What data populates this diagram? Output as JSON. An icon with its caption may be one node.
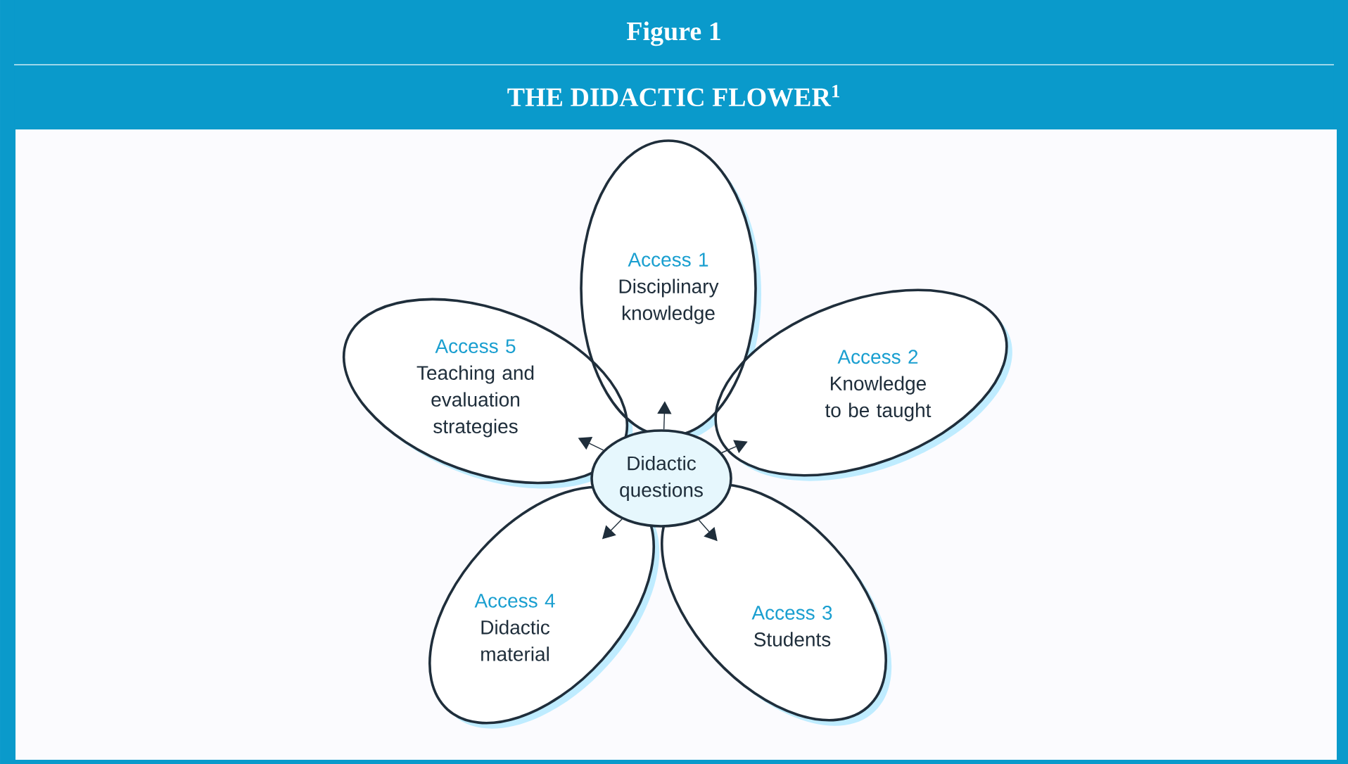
{
  "diagram": {
    "title": "Figure 1",
    "caption": "THE DIDACTIC FLOWER$^{1}$",
    "nodes": [
      {
        "text": [
          "Didactic questions"
        ]
      },
      {
        "text": [
          "Access 1",
          "Disciplinary knowledge"
        ]
      },
      {
        "text": [
          "Access 2",
          "Knowledge to be taught"
        ]
      },
      {
        "text": [
          "Access 3",
          "Students"
        ]
      },
      {
        "text": [
          "Access 4",
          "Didactic material"
        ]
      },
      {
        "text": [
          "Access 5",
          "Teaching and evaluation strategies"
        ]
      }
    ],
    "edges": [
      {
        "from": 0,
        "to": 1,
        "arrow": "to"
      },
      {
        "from": 0,
        "to": 2,
        "arrow": "to"
      },
      {
        "from": 0,
        "to": 3,
        "arrow": "to"
      },
      {
        "from": 0,
        "to": 4,
        "arrow": "to"
      },
      {
        "from": 0,
        "to": 5,
        "arrow": "to"
      }
    ]
  }
}
